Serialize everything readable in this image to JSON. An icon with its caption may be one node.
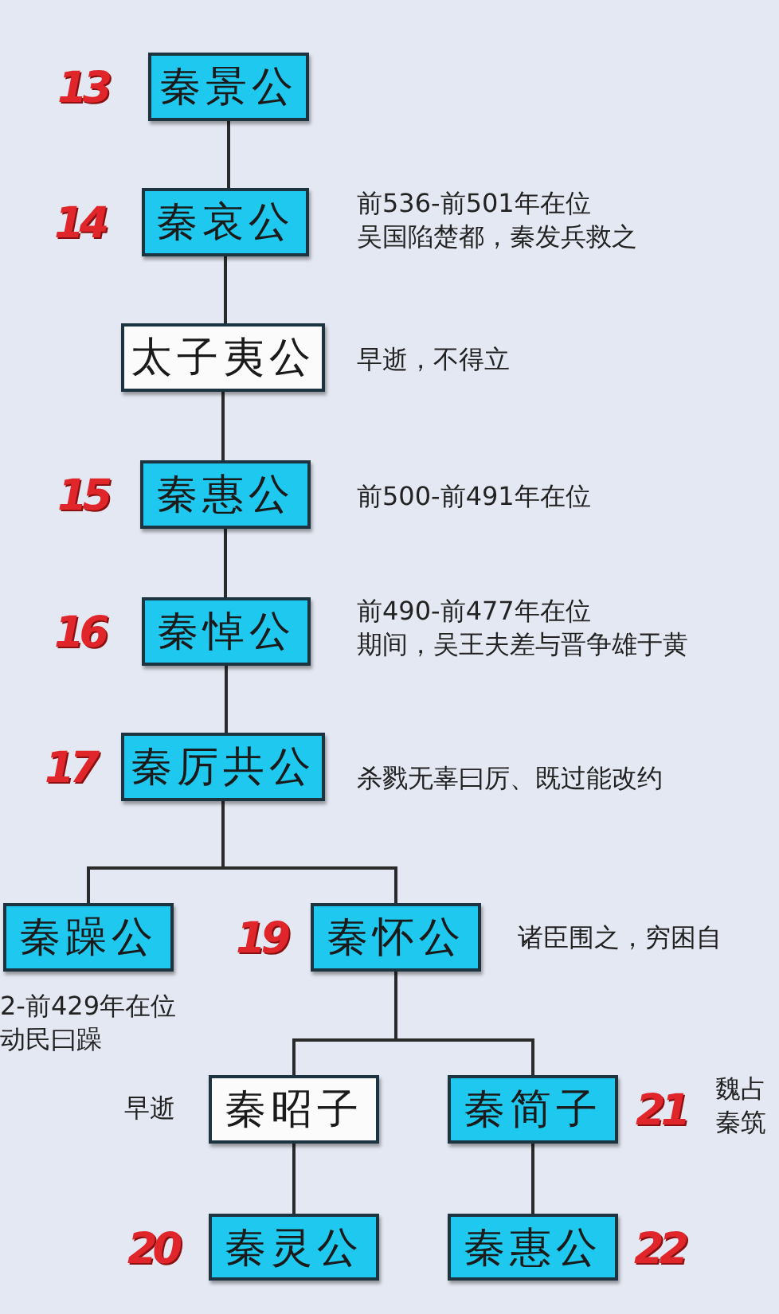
{
  "diagram": {
    "nodes": [
      {
        "text": [
          "秦景公"
        ],
        "beside": [
          "13"
        ]
      },
      {
        "text": [
          "秦哀公"
        ],
        "beside": [
          "14",
          "前536-前501年在位",
          "吴国陷楚都，秦发兵救之"
        ]
      },
      {
        "text": [
          "太子夷公"
        ],
        "beside": [
          "早逝，不得立"
        ]
      },
      {
        "text": [
          "秦惠公"
        ],
        "beside": [
          "15",
          "前500-前491年在位"
        ]
      },
      {
        "text": [
          "秦悼公"
        ],
        "beside": [
          "16",
          "前490-前477年在位",
          "期间，吴王夫差与晋争雄于黄"
        ]
      },
      {
        "text": [
          "秦厉共公"
        ],
        "beside": [
          "17",
          "杀戮无辜曰厉、既过能改约"
        ]
      },
      {
        "text": [
          "秦躁公"
        ],
        "beside": [
          "2-前429年在位",
          "动民曰躁"
        ]
      },
      {
        "text": [
          "秦怀公"
        ],
        "beside": [
          "19",
          "诸臣围之，穷困自"
        ]
      },
      {
        "text": [
          "秦昭子"
        ],
        "beside": [
          "早逝"
        ]
      },
      {
        "text": [
          "秦简子"
        ],
        "beside": [
          "21",
          "魏占",
          "秦筑"
        ]
      },
      {
        "text": [
          "秦灵公"
        ],
        "beside": [
          "20"
        ]
      },
      {
        "text": [
          "秦惠公"
        ],
        "beside": [
          "22"
        ]
      }
    ],
    "edges": [
      {
        "from": 0,
        "to": 1,
        "arrow": "none"
      },
      {
        "from": 1,
        "to": 2,
        "arrow": "none"
      },
      {
        "from": 2,
        "to": 3,
        "arrow": "none"
      },
      {
        "from": 3,
        "to": 4,
        "arrow": "none"
      },
      {
        "from": 4,
        "to": 5,
        "arrow": "none"
      },
      {
        "from": 5,
        "to": 6,
        "arrow": "none"
      },
      {
        "from": 5,
        "to": 7,
        "arrow": "none"
      },
      {
        "from": 7,
        "to": 8,
        "arrow": "none"
      },
      {
        "from": 7,
        "to": 9,
        "arrow": "none"
      },
      {
        "from": 8,
        "to": 10,
        "arrow": "none"
      },
      {
        "from": 9,
        "to": 11,
        "arrow": "none"
      }
    ]
  }
}
